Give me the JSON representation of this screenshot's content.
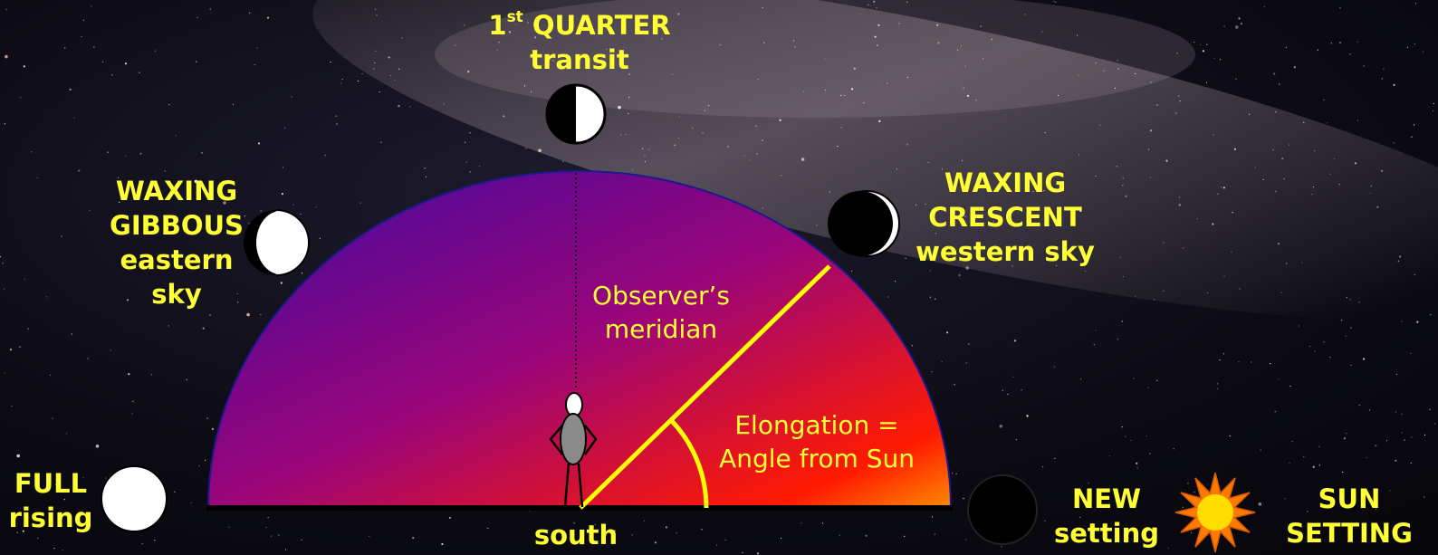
{
  "labels": {
    "first_quarter": {
      "ordinal": "1",
      "ordinal_suffix": "st",
      "title": "QUARTER",
      "subtitle": "transit"
    },
    "waxing_gibbous": {
      "lines": [
        "WAXING",
        "GIBBOUS",
        "eastern",
        "sky"
      ]
    },
    "waxing_crescent": {
      "lines": [
        "WAXING",
        "CRESCENT",
        "western sky"
      ]
    },
    "full": {
      "lines": [
        "FULL",
        "rising"
      ]
    },
    "new": {
      "lines": [
        "NEW",
        "setting"
      ]
    },
    "sun": {
      "lines": [
        "SUN",
        "SETTING"
      ]
    },
    "south": "south",
    "meridian": {
      "lines": [
        "Observer’s",
        "meridian"
      ]
    },
    "elongation": {
      "lines": [
        "Elongation =",
        "Angle from Sun"
      ]
    }
  },
  "colors": {
    "label_text": "#ffff33",
    "dome_gradient_start": "#3d0aa0",
    "dome_gradient_mid": "#9a057a",
    "dome_gradient_end": "#ff1a00",
    "dome_gradient_corner": "#ff8a00",
    "dome_outline": "#1a1a8c",
    "sun_fill": "#ffdd00",
    "sun_rays": "#ff7a00"
  },
  "icons": [
    "first-quarter-moon-icon",
    "waxing-gibbous-moon-icon",
    "waxing-crescent-moon-icon",
    "full-moon-icon",
    "new-moon-icon",
    "sun-icon",
    "observer-figure-icon"
  ]
}
